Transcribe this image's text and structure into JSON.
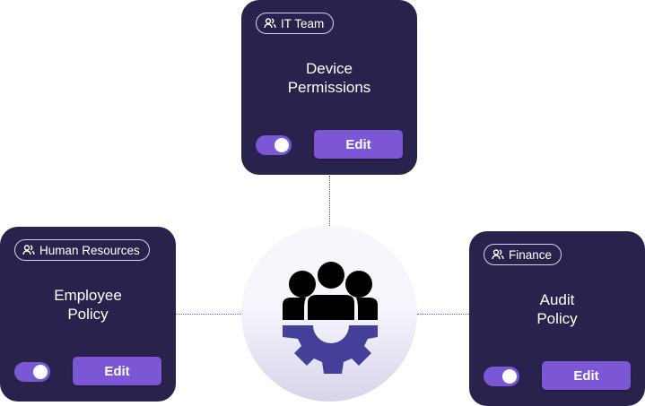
{
  "cards": [
    {
      "team": "IT Team",
      "title_line1": "Device",
      "title_line2": "Permissions",
      "enabled": true,
      "edit_label": "Edit"
    },
    {
      "team": "Human Resources",
      "title_line1": "Employee",
      "title_line2": "Policy",
      "enabled": true,
      "edit_label": "Edit"
    },
    {
      "team": "Finance",
      "title_line1": "Audit",
      "title_line2": "Policy",
      "enabled": true,
      "edit_label": "Edit"
    }
  ],
  "colors": {
    "card": "#29224d",
    "accent": "#7b57d6",
    "gear": "#44409a"
  }
}
